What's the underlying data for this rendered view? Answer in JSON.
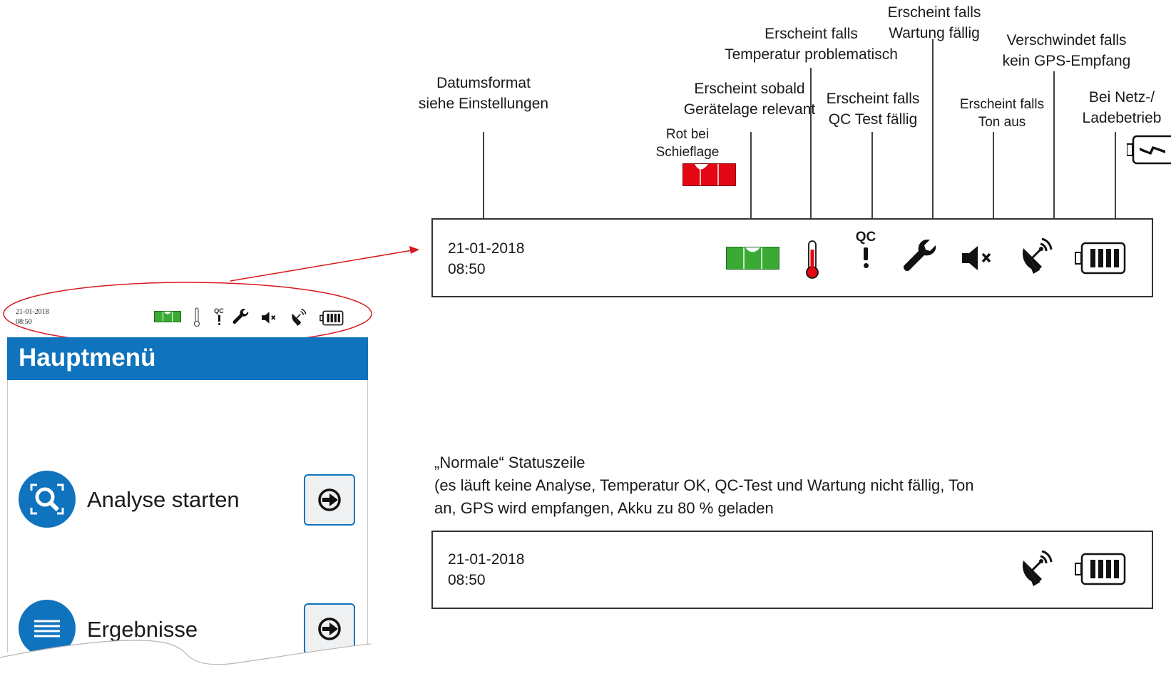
{
  "annotations": {
    "date_format": [
      "Datumsformat",
      "siehe Einstellungen"
    ],
    "tilt_red": [
      "Rot bei",
      "Schieflage"
    ],
    "level": [
      "Erscheint sobald",
      "Gerätelage relevant"
    ],
    "temperature": [
      "Erscheint falls",
      "Temperatur problematisch"
    ],
    "qc": [
      "Erscheint falls",
      "QC Test fällig"
    ],
    "maintenance": [
      "Erscheint falls",
      "Wartung fällig"
    ],
    "sound": [
      "Erscheint falls",
      "Ton aus"
    ],
    "gps": [
      "Verschwindet falls",
      "kein GPS-Empfang"
    ],
    "charging": [
      "Bei Netz-/",
      "Ladebetrieb"
    ]
  },
  "statusbar_full": {
    "date": "21-01-2018",
    "time": "08:50",
    "qc_label": "QC"
  },
  "normal_description": [
    "„Normale“ Statuszeile",
    "(es läuft keine Analyse, Temperatur OK, QC-Test und Wartung nicht fällig, Ton",
    "an, GPS wird empfangen, Akku zu 80 % geladen"
  ],
  "statusbar_normal": {
    "date": "21-01-2018",
    "time": "08:50"
  },
  "phone": {
    "date": "21-01-2018",
    "time": "08:50",
    "qc_label": "QC",
    "header_title": "Hauptmenü",
    "menu": [
      {
        "label": "Analyse starten",
        "icon": "search-icon"
      },
      {
        "label": "Ergebnisse",
        "icon": "list-icon"
      }
    ]
  },
  "colors": {
    "level_green": "#3aaa35",
    "level_red": "#e30613",
    "accent_blue": "#0f73bd",
    "callout_red": "#d7191f"
  }
}
